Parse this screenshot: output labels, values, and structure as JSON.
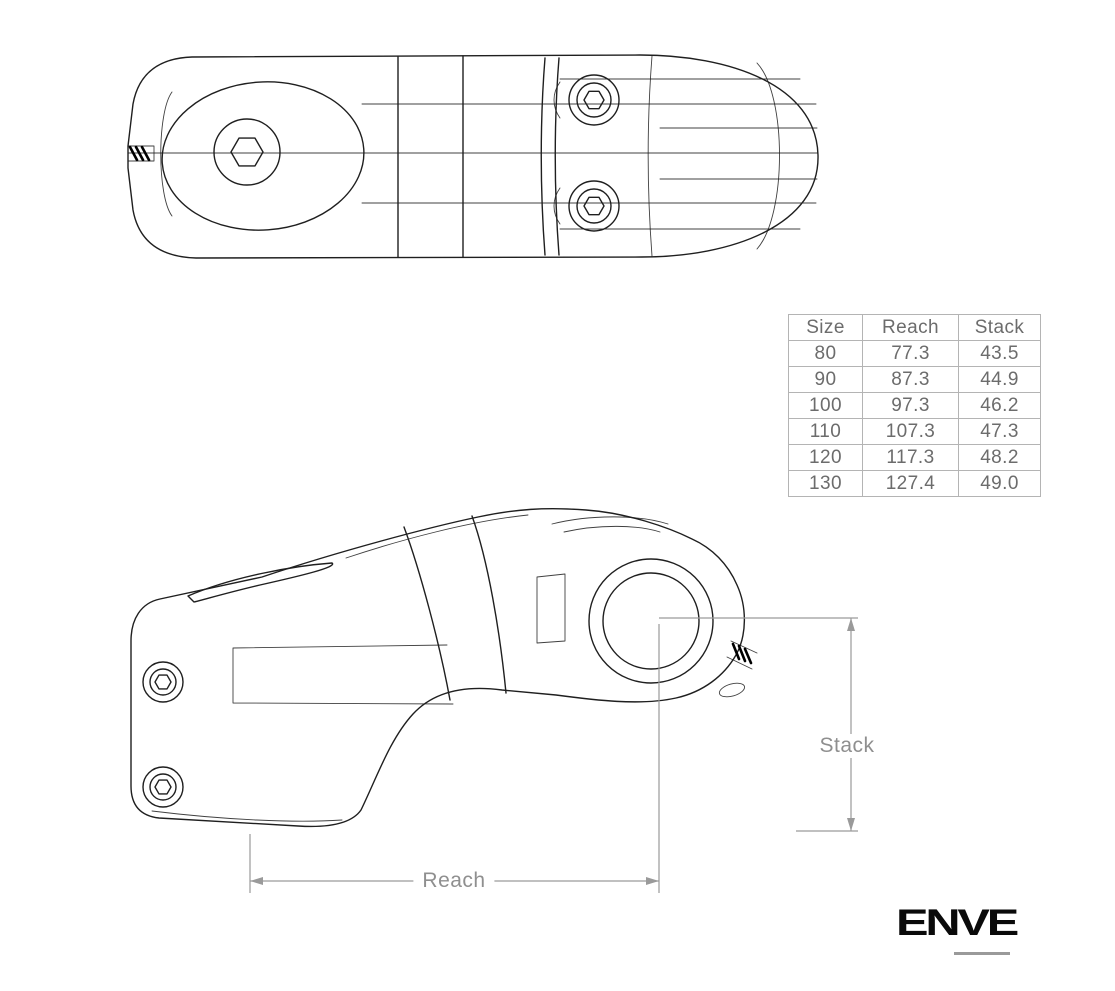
{
  "table": {
    "headers": [
      "Size",
      "Reach",
      "Stack"
    ],
    "rows": [
      [
        "80",
        "77.3",
        "43.5"
      ],
      [
        "90",
        "87.3",
        "44.9"
      ],
      [
        "100",
        "97.3",
        "46.2"
      ],
      [
        "110",
        "107.3",
        "47.3"
      ],
      [
        "120",
        "117.3",
        "48.2"
      ],
      [
        "130",
        "127.4",
        "49.0"
      ]
    ]
  },
  "dimensions": {
    "reach": "Reach",
    "stack": "Stack"
  },
  "logo": {
    "text": "ENVE"
  },
  "colors": {
    "line": "#1f1f1f",
    "dim": "#9a9a9a",
    "table-border": "#b4b4b4",
    "table-text": "#6c6c6c",
    "label-text": "#8f8f8f",
    "bg": "#ffffff"
  }
}
